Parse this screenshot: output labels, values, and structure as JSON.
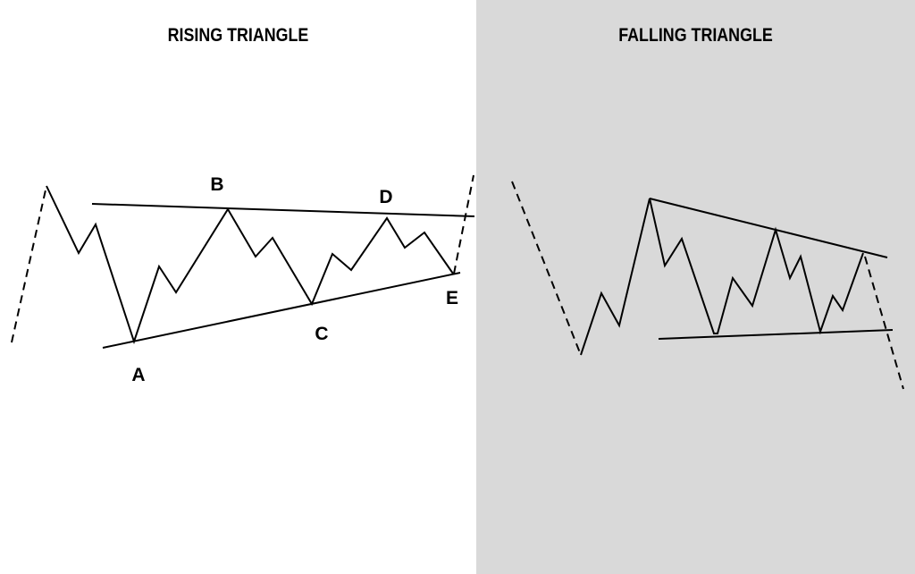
{
  "left_panel": {
    "title": "RISING TRIANGLE",
    "labels": {
      "a": "A",
      "b": "B",
      "c": "C",
      "d": "D",
      "e": "E"
    }
  },
  "right_panel": {
    "title": "FALLING TRIANGLE"
  },
  "colors": {
    "left_bg": "#ffffff",
    "right_bg": "#d9d9d9",
    "line": "#000000"
  }
}
